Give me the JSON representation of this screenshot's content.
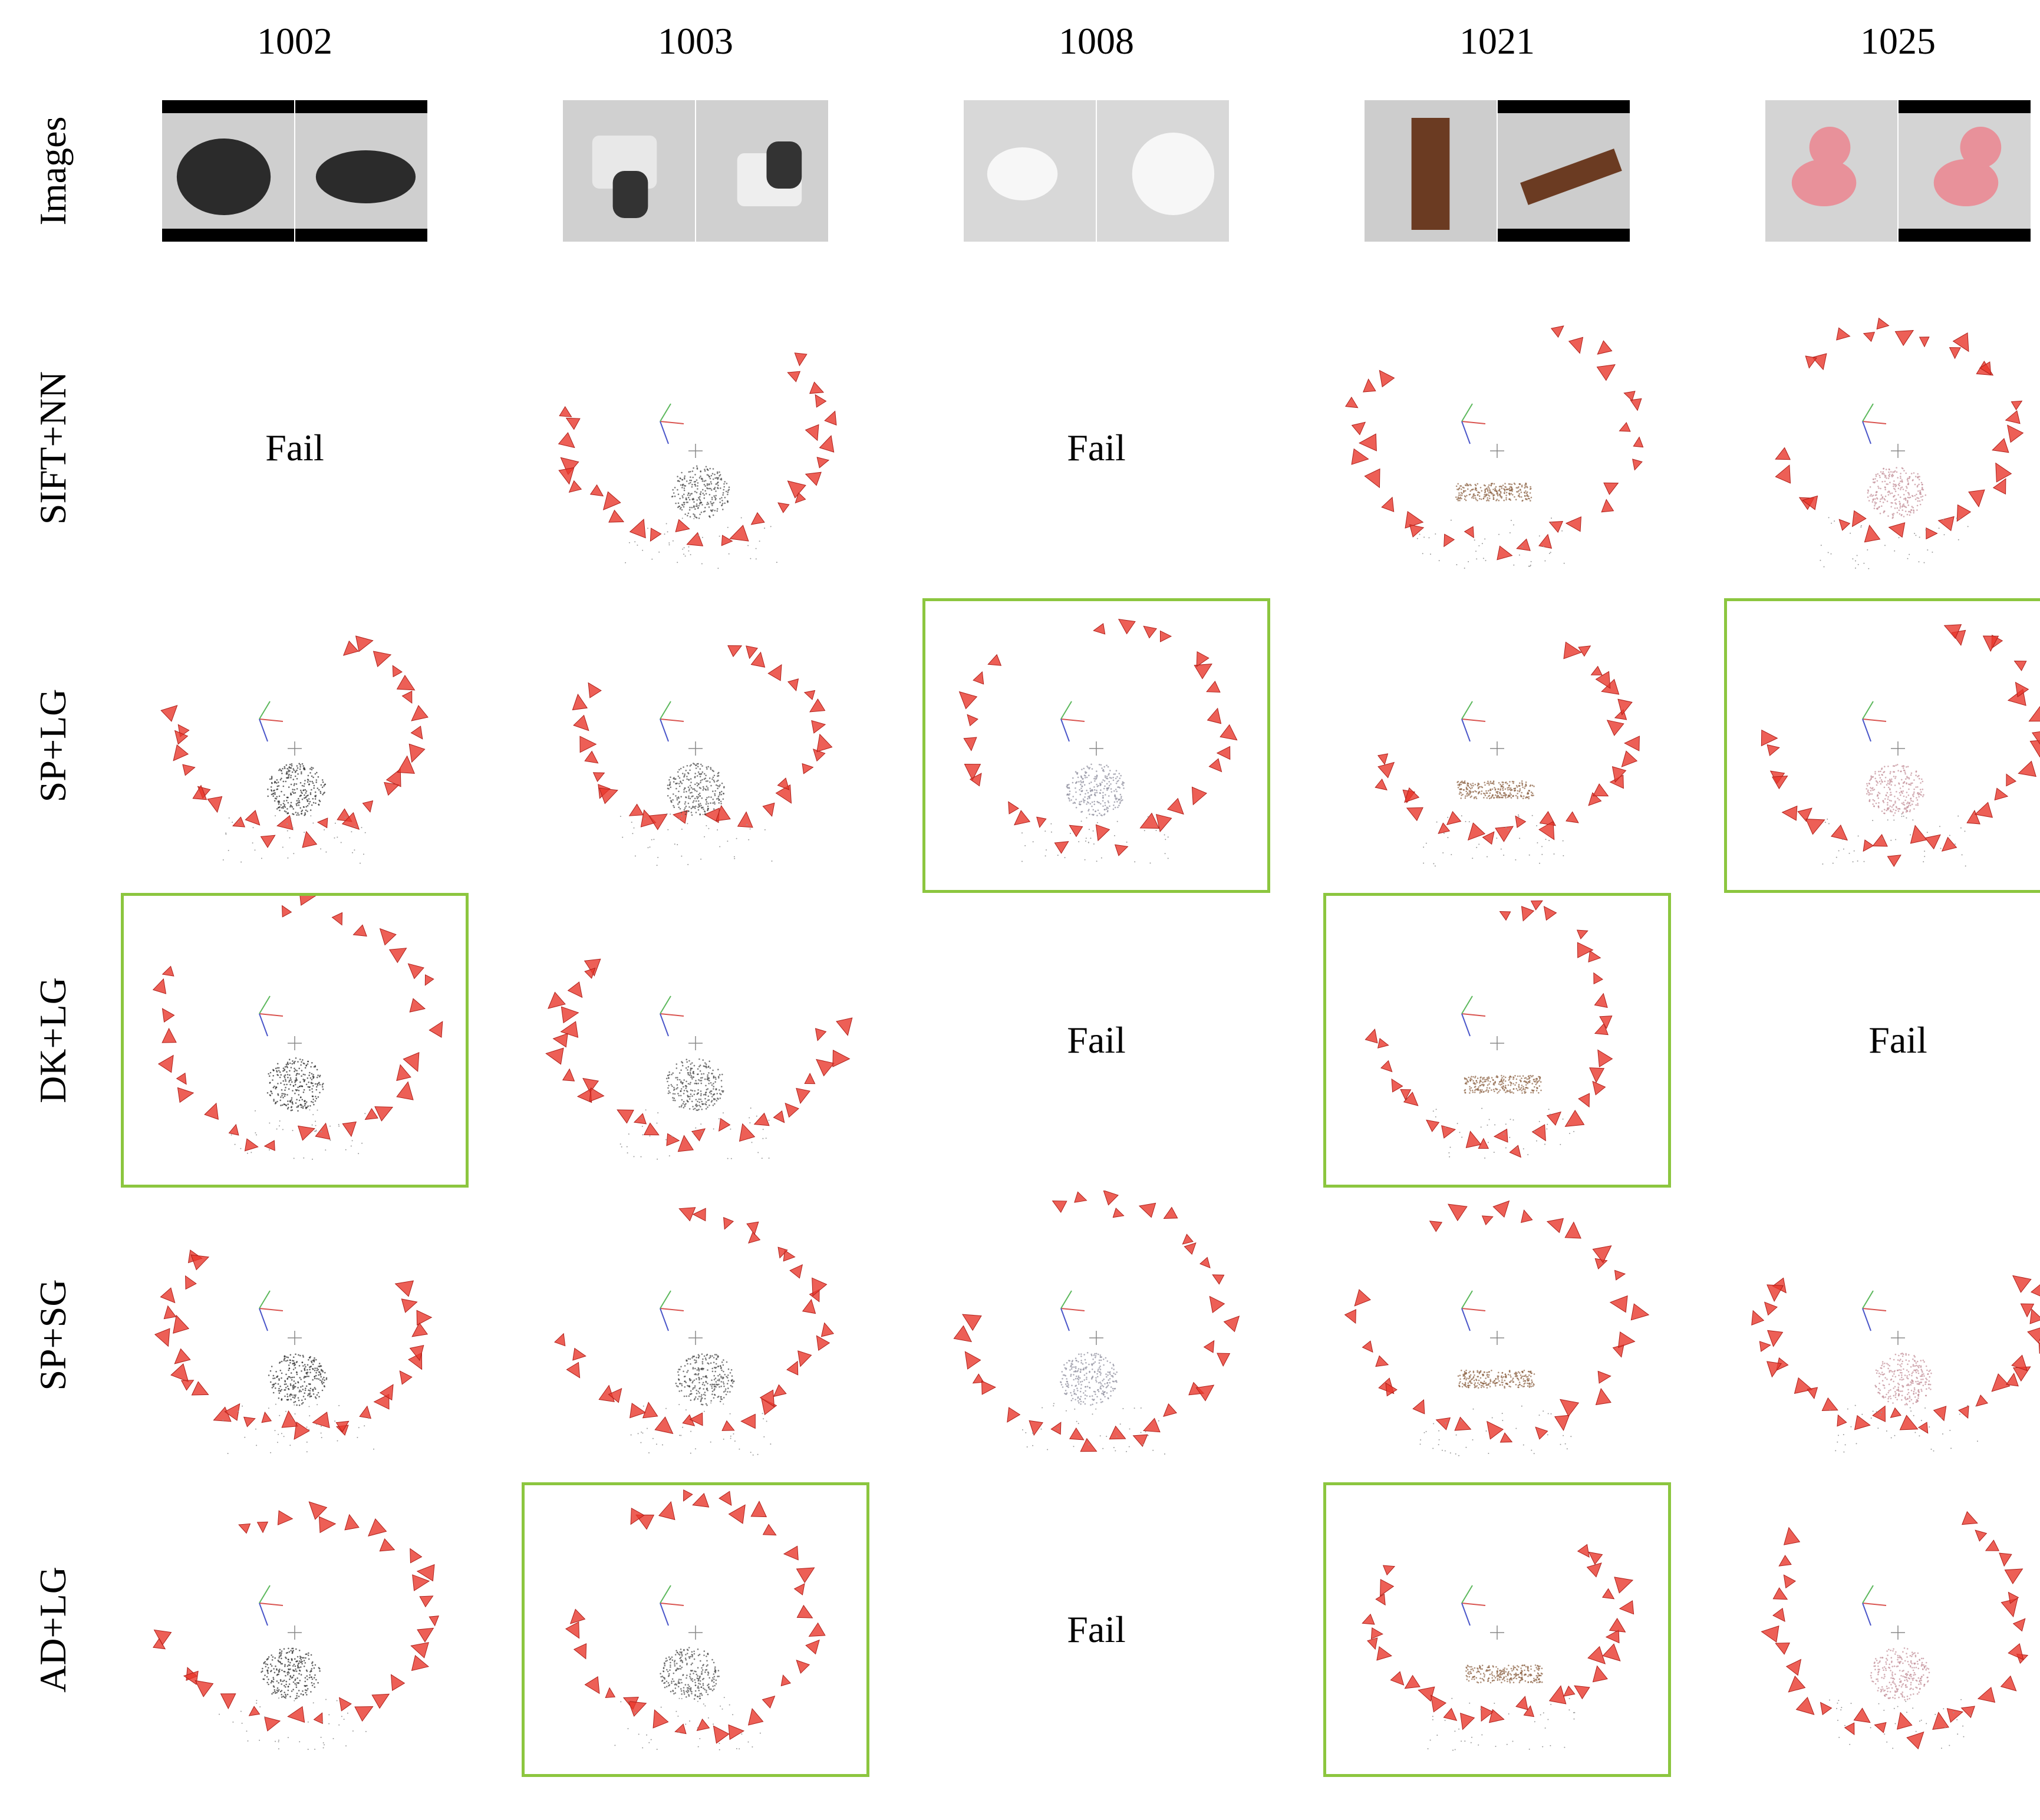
{
  "columns": [
    "1002",
    "1003",
    "1008",
    "1021",
    "1025"
  ],
  "rows": [
    "Images",
    "SIFT+NN",
    "SP+LG",
    "DK+LG",
    "SP+SG",
    "AD+LG"
  ],
  "fail_label": "Fail",
  "colors": {
    "camera": "#e8372c",
    "highlight": "#8cc63f",
    "axis_red": "#d9534f",
    "axis_green": "#5cb85c",
    "axis_blue": "#4a56c9"
  },
  "object_colors": {
    "1002": "#2a2a2a",
    "1003": "#444444",
    "1008": "#8a8a9a",
    "1021": "#8a6040",
    "1025": "#c08a94"
  },
  "thumbnails": {
    "1002": {
      "object": "black oval case",
      "bg": "#cfcfcf",
      "obj": "#2b2b2b"
    },
    "1003": {
      "object": "toy camera",
      "bg": "#d0d0d0",
      "obj": "#333333"
    },
    "1008": {
      "object": "white mouse",
      "bg": "#d8d8d8",
      "obj": "#f7f7f7"
    },
    "1021": {
      "object": "wooden wrist rest",
      "bg": "#cdcdcd",
      "obj": "#6b3b22"
    },
    "1025": {
      "object": "pink toy dog",
      "bg": "#d4d4d4",
      "obj": "#e8919a"
    }
  },
  "results": {
    "SIFT+NN": [
      "fail",
      "ok",
      "fail",
      "ok",
      "ok"
    ],
    "SP+LG": [
      "ok",
      "ok",
      "best",
      "ok",
      "best"
    ],
    "DK+LG": [
      "best",
      "ok",
      "fail",
      "best",
      "fail"
    ],
    "SP+SG": [
      "ok",
      "ok",
      "ok",
      "ok",
      "ok"
    ],
    "AD+LG": [
      "ok",
      "best",
      "fail",
      "best",
      "ok"
    ]
  }
}
